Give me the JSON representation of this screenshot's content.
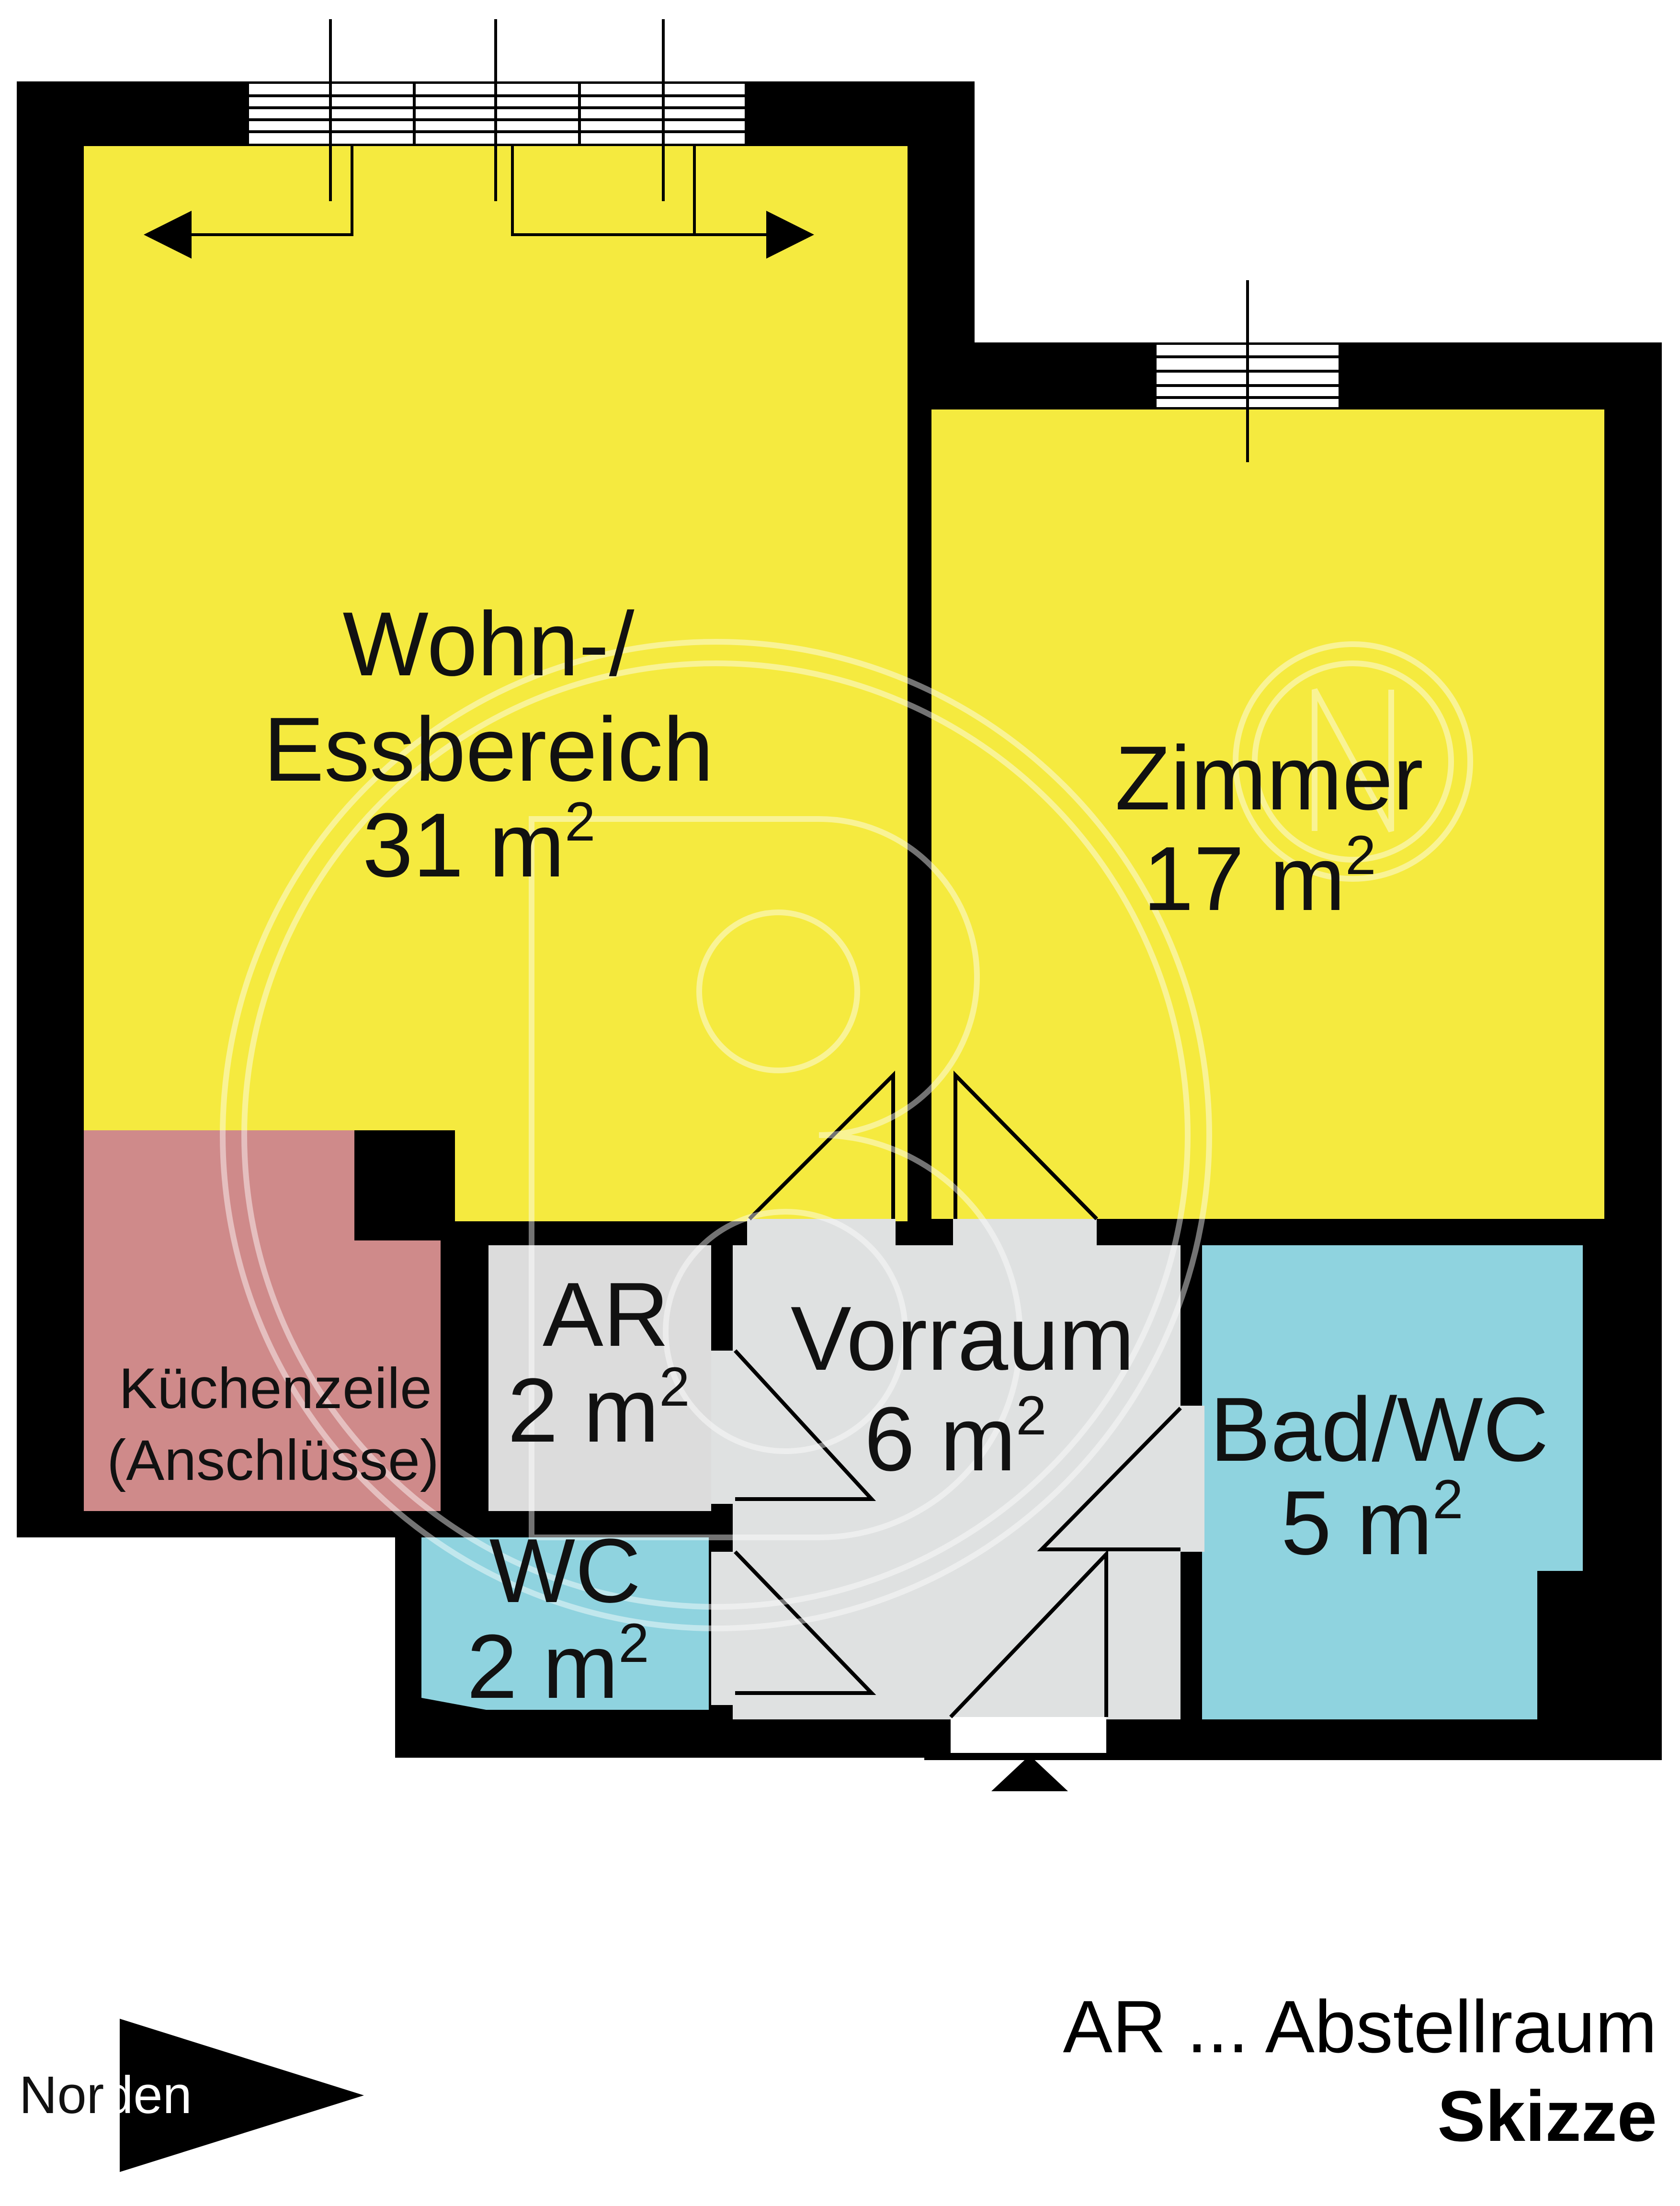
{
  "colors": {
    "living": "#f5ea3f",
    "kitchen": "#cf8a8a",
    "storage": "#dcdcdc",
    "hall": "#dfe1e1",
    "wet": "#8fd3df",
    "wall": "#000000"
  },
  "rooms": {
    "wohn": {
      "name_line1": "Wohn-/",
      "name_line2": "Essbereich",
      "area": "31 m",
      "unit_sup": "2"
    },
    "zimmer": {
      "name": "Zimmer",
      "area": "17 m",
      "unit_sup": "2"
    },
    "kueche": {
      "name_line1": "Küchenzeile",
      "name_line2": "(Anschlüsse)"
    },
    "ar": {
      "name": "AR",
      "area": "2 m",
      "unit_sup": "2"
    },
    "vorraum": {
      "name": "Vorraum",
      "area": "6 m",
      "unit_sup": "2"
    },
    "bad": {
      "name": "Bad/WC",
      "area": "5 m",
      "unit_sup": "2"
    },
    "wc": {
      "name": "WC",
      "area": "2 m",
      "unit_sup": "2"
    }
  },
  "legend": {
    "abbreviation": "AR ... Abstellraum",
    "type": "Skizze"
  },
  "north": {
    "label_a": "Nor",
    "label_b": "den"
  },
  "icons": {
    "watermark": "logo-watermark-icon",
    "entrance": "entrance-arrow-icon",
    "north": "north-arrow-icon"
  }
}
